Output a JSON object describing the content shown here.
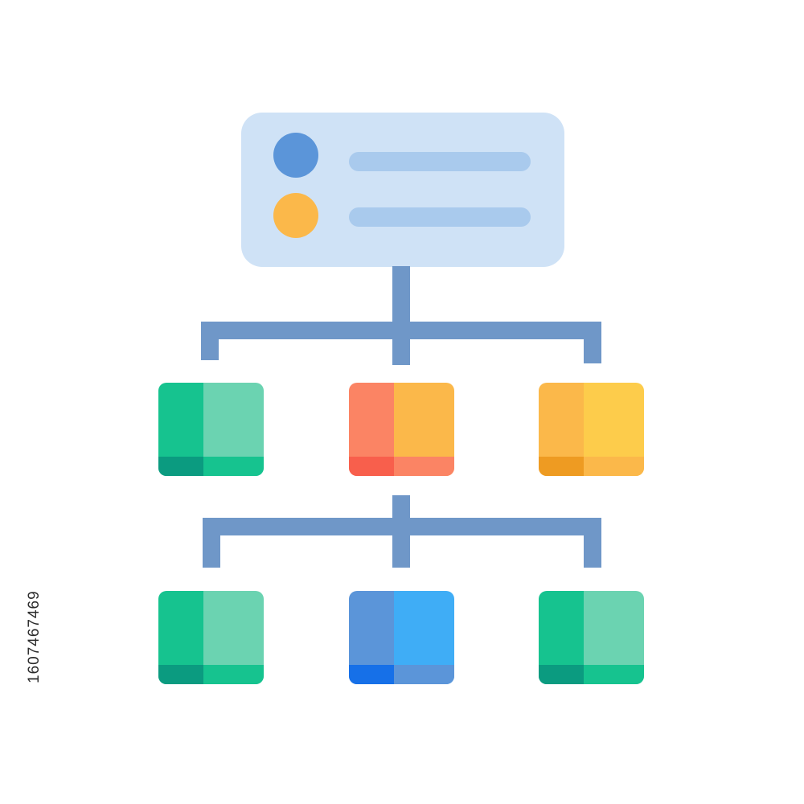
{
  "illustration": {
    "subject": "hierarchy-structure-icon",
    "colors": {
      "connector": "#6f97c8",
      "header_card": "#cfe2f6",
      "header_line": "#a9caed",
      "dot_primary": "#5b95d9",
      "dot_secondary": "#fbb84a"
    },
    "level_1": [
      {
        "icon": "green-box",
        "left": "#16c38f",
        "right": "#6bd3b1",
        "bottom_left": "#0b9b80",
        "bottom_right": "#16c38f"
      },
      {
        "icon": "orange-box",
        "left": "#fb8464",
        "right": "#fbb84a",
        "bottom_left": "#f85f4c",
        "bottom_right": "#fb8464"
      },
      {
        "icon": "yellow-box",
        "left": "#fbb84a",
        "right": "#fdcc4b",
        "bottom_left": "#ee9b22",
        "bottom_right": "#fbb84a"
      }
    ],
    "level_2": [
      {
        "icon": "green-box",
        "left": "#16c38f",
        "right": "#6bd3b1",
        "bottom_left": "#0b9b80",
        "bottom_right": "#16c38f"
      },
      {
        "icon": "blue-box",
        "left": "#5b95d9",
        "right": "#3fadf6",
        "bottom_left": "#1670e8",
        "bottom_right": "#5b95d9"
      },
      {
        "icon": "green-box",
        "left": "#16c38f",
        "right": "#6bd3b1",
        "bottom_left": "#0b9b80",
        "bottom_right": "#16c38f"
      }
    ]
  },
  "stock_id": "1607467469"
}
